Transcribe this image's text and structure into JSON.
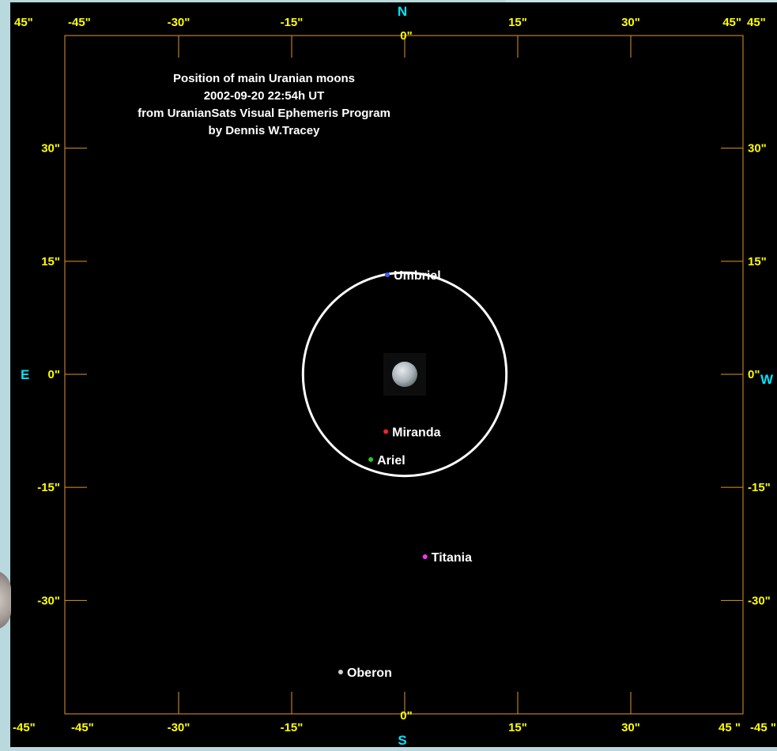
{
  "chart_data": {
    "type": "scatter",
    "title_lines": [
      "Position of main Uranian moons",
      "2002-09-20 22:54h UT",
      "from UranianSats Visual Ephemeris Program",
      "by Dennis W.Tracey"
    ],
    "xlim": [
      -45,
      45
    ],
    "ylim": [
      -45,
      45
    ],
    "top_ticks": [
      "-45\"",
      "-30\"",
      "-15\"",
      "0\"",
      "15\"",
      "30\"",
      "45\""
    ],
    "bottom_ticks": [
      "-45\"",
      "-30\"",
      "-15\"",
      "0\"",
      "15\"",
      "30\"",
      "45 \""
    ],
    "left_ticks": [
      "30\"",
      "15\"",
      "0\"",
      "-15\"",
      "-30\""
    ],
    "right_ticks": [
      "30\"",
      "15\"",
      "0\"",
      "-15\"",
      "-30\""
    ],
    "corner_labels": {
      "top_left": "45\"",
      "top_right": "45\"",
      "bottom_left": "-45\"",
      "bottom_right": "-45 \""
    },
    "directions": {
      "north": "N",
      "south": "S",
      "east": "E",
      "west": "W"
    },
    "planet": {
      "name": "Uranus",
      "x": 0,
      "y": 0
    },
    "orbit_radius": 13.5,
    "moons": [
      {
        "name": "Umbriel",
        "x": -2.3,
        "y": 13.2,
        "color": "#3a5bff"
      },
      {
        "name": "Miranda",
        "x": -2.5,
        "y": -7.6,
        "color": "#ff2020"
      },
      {
        "name": "Ariel",
        "x": -4.5,
        "y": -11.3,
        "color": "#22cc22"
      },
      {
        "name": "Titania",
        "x": 2.7,
        "y": -24.2,
        "color": "#ff33ff"
      },
      {
        "name": "Oberon",
        "x": -8.5,
        "y": -39.5,
        "color": "#d0d0d0"
      }
    ],
    "colors": {
      "frame": "#e0962a",
      "tick_label": "#ffff00",
      "direction": "#00e5ff",
      "text": "#ffffff",
      "orbit": "#ffffff",
      "background": "#000000"
    }
  }
}
